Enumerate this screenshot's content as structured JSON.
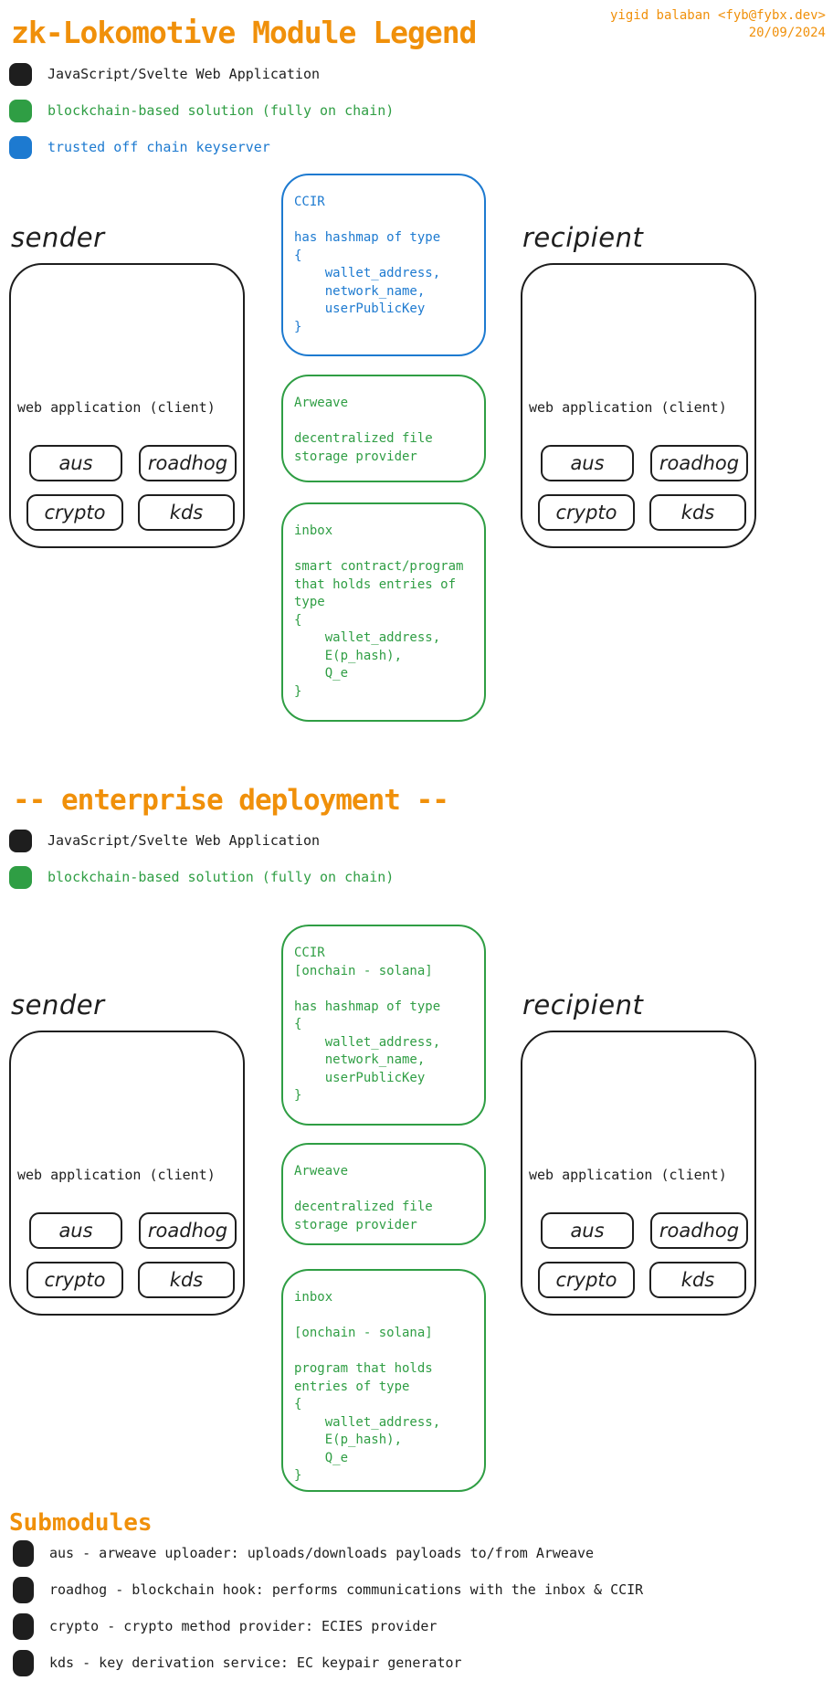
{
  "header": {
    "title": "zk-Lokomotive Module Legend",
    "author": "yigid balaban <fyb@fybx.dev>",
    "date": "20/09/2024"
  },
  "colors": {
    "accent_orange": "#f0900a",
    "green": "#2f9e44",
    "blue": "#1d7ad0",
    "black": "#1e1e1e"
  },
  "legend_main": {
    "items": [
      {
        "color": "black",
        "label": "JavaScript/Svelte Web Application"
      },
      {
        "color": "green",
        "label": "blockchain-based solution (fully on chain)"
      },
      {
        "color": "blue",
        "label": "trusted off chain keyserver"
      }
    ]
  },
  "panel": {
    "sender_label": "sender",
    "recipient_label": "recipient",
    "client_label": "web application (client)"
  },
  "modules": [
    "aus",
    "roadhog",
    "crypto",
    "kds"
  ],
  "boxes_main": {
    "ccir": "CCIR\n\nhas hashmap of type\n{\n    wallet_address,\n    network_name,\n    userPublicKey\n}",
    "arweave": "Arweave\n\ndecentralized file\nstorage provider",
    "inbox": "inbox\n\nsmart contract/program\nthat holds entries of\ntype\n{\n    wallet_address,\n    E(p_hash),\n    Q_e\n}"
  },
  "section_enterprise": {
    "heading": "-- enterprise deployment --",
    "legend": [
      {
        "color": "black",
        "label": "JavaScript/Svelte Web Application"
      },
      {
        "color": "green",
        "label": "blockchain-based solution (fully on chain)"
      }
    ]
  },
  "boxes_enterprise": {
    "ccir": "CCIR\n[onchain - solana]\n\nhas hashmap of type\n{\n    wallet_address,\n    network_name,\n    userPublicKey\n}",
    "arweave": "Arweave\n\ndecentralized file\nstorage provider",
    "inbox": "inbox\n\n[onchain - solana]\n\nprogram that holds\nentries of type\n{\n    wallet_address,\n    E(p_hash),\n    Q_e\n}"
  },
  "submodules": {
    "heading": "Submodules",
    "items": [
      "aus - arweave uploader: uploads/downloads payloads to/from Arweave",
      "roadhog - blockchain hook: performs communications with the inbox & CCIR",
      "crypto - crypto method provider: ECIES provider",
      "kds - key derivation service: EC keypair generator"
    ]
  }
}
